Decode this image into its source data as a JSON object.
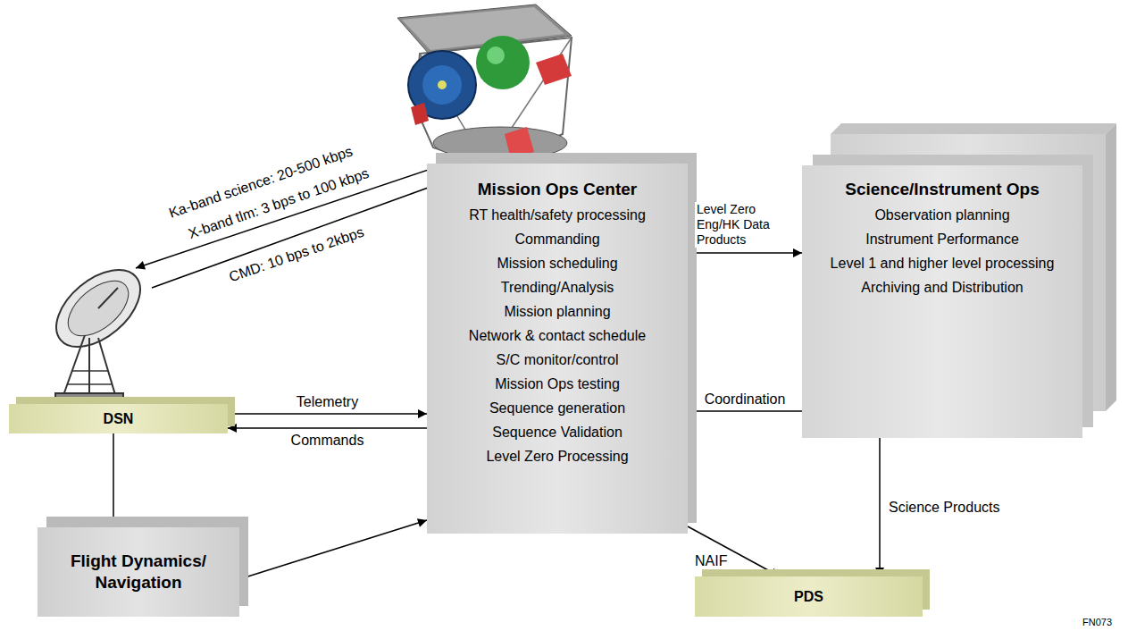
{
  "diagram": {
    "nodes": [
      {
        "text": [
          "Mission Ops Center",
          "RT health/safety processing",
          "Commanding",
          "Mission scheduling",
          "Trending/Analysis",
          "Mission planning",
          "Network & contact schedule",
          "S/C monitor/control",
          "Mission Ops testing",
          "Sequence generation",
          "Sequence Validation",
          "Level Zero Processing"
        ]
      },
      {
        "text": [
          "Science/Instrument Ops",
          "Observation planning",
          "Instrument Performance",
          "Level 1 and higher level processing",
          "Archiving and Distribution"
        ]
      },
      {
        "text": [
          "DSN"
        ]
      },
      {
        "text": [
          "Flight Dynamics/ Navigation"
        ]
      },
      {
        "text": [
          "PDS"
        ]
      }
    ],
    "edges": [
      {
        "from": 2,
        "to": 0,
        "label": "Telemetry",
        "arrow": "to"
      },
      {
        "from": 0,
        "to": 2,
        "label": "Commands",
        "arrow": "to"
      },
      {
        "from": 2,
        "to": 3,
        "arrow": "to"
      },
      {
        "from": 3,
        "to": 0,
        "arrow": "to"
      },
      {
        "from": 0,
        "to": 1,
        "label": "Level Zero Eng/HK Data Products",
        "arrow": "to"
      },
      {
        "from": 1,
        "to": 0,
        "label": "Coordination",
        "arrow": "to"
      },
      {
        "from": 1,
        "to": 4,
        "label": "Science Products",
        "arrow": "to"
      },
      {
        "from": 0,
        "to": 4,
        "label": "NAIF",
        "arrow": "to"
      }
    ],
    "labels": [
      "Ka-band science: 20-500 kbps",
      "X-band tlm: 3 bps to 100 kbps",
      "CMD: 10 bps to 2kbps",
      "FN073"
    ]
  }
}
